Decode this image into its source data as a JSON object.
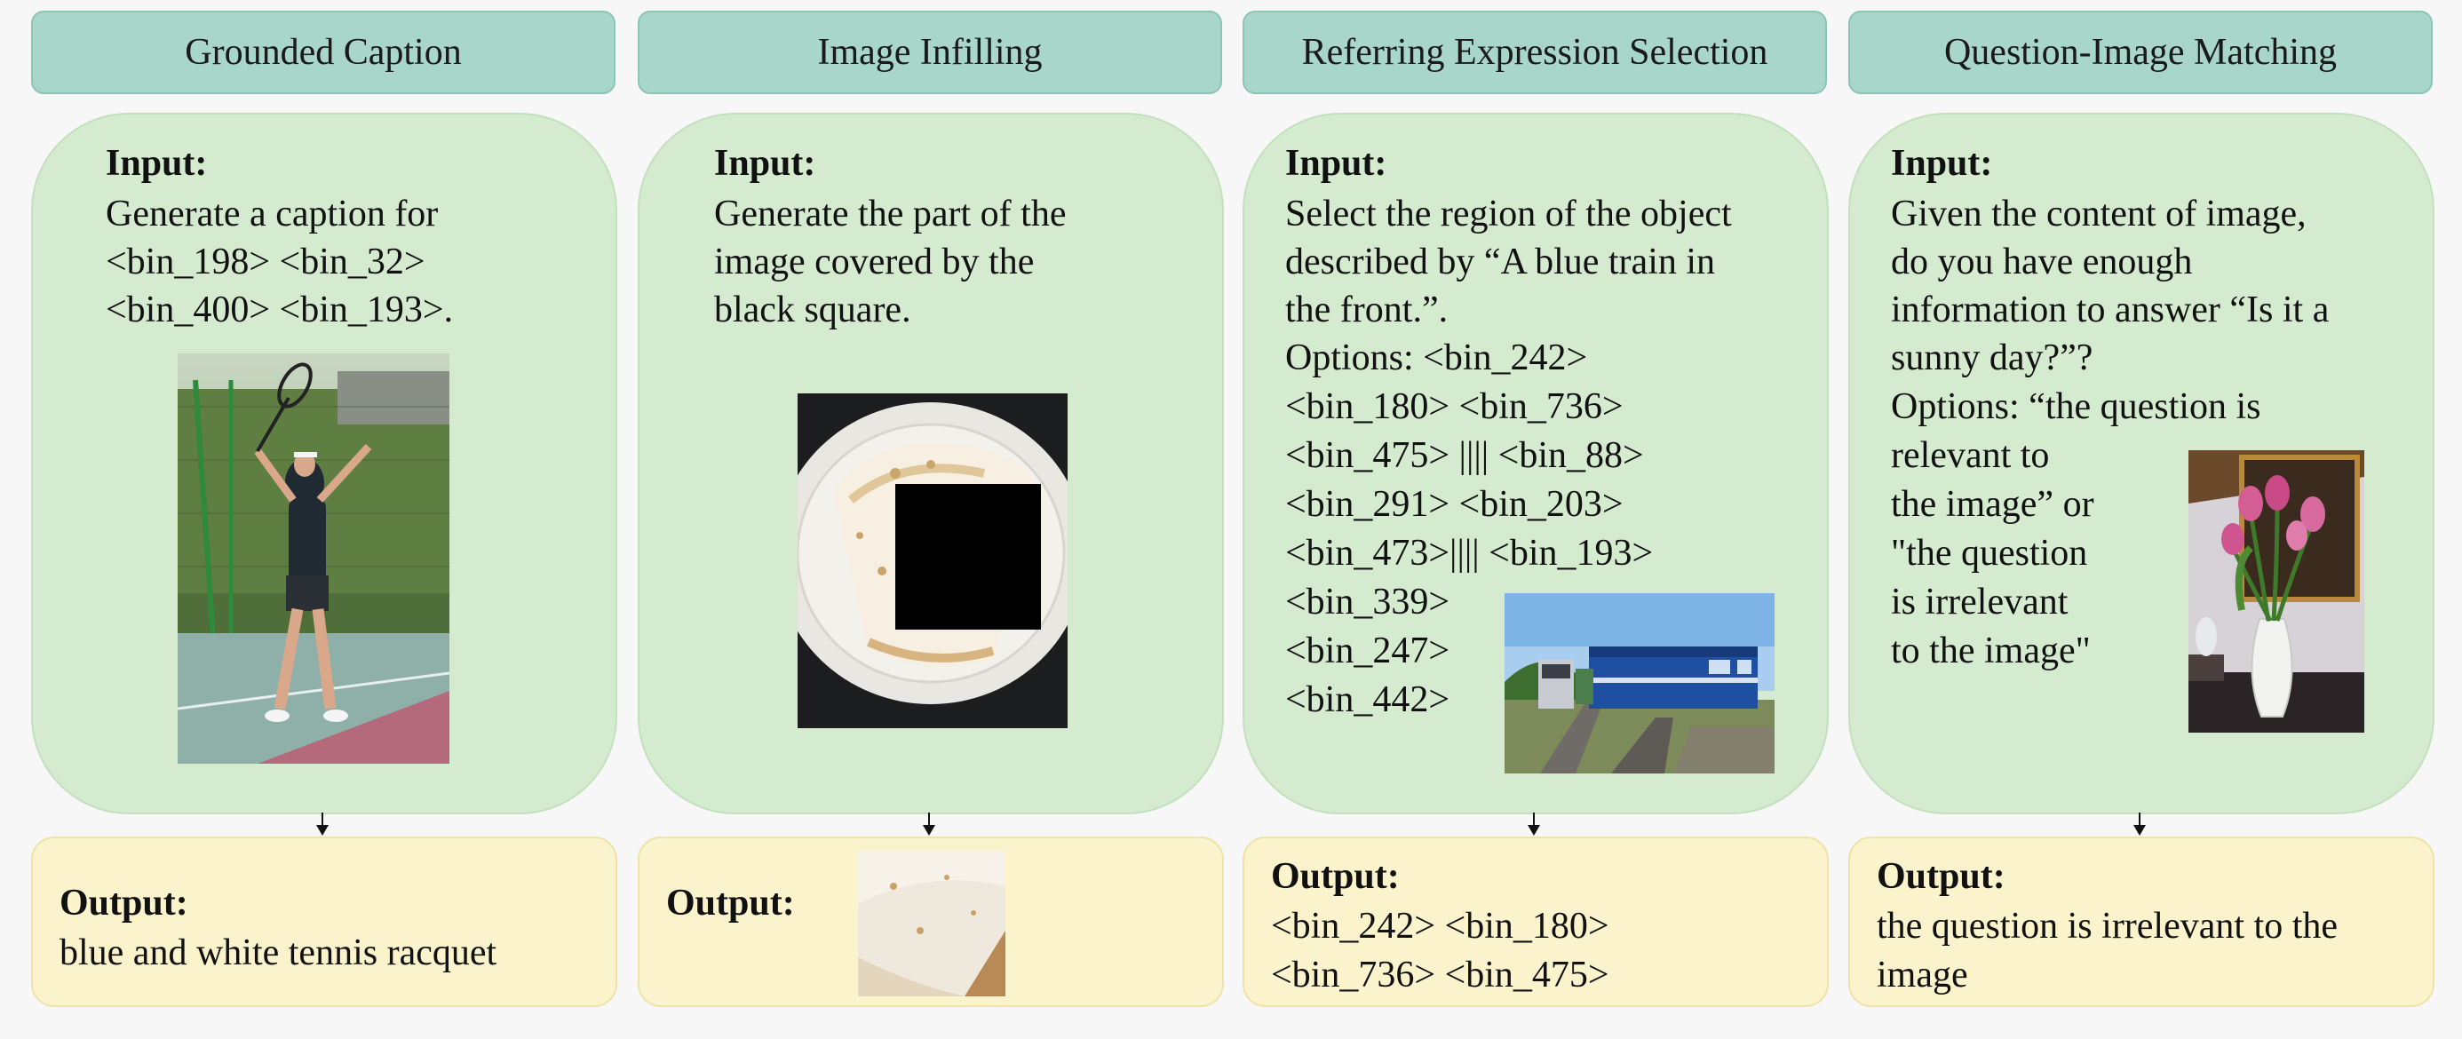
{
  "panels": [
    {
      "header": "Grounded Caption",
      "input_label": "Input:",
      "input_lines": [
        "Generate a caption for",
        "<bin_198> <bin_32>",
        "<bin_400> <bin_193>."
      ],
      "image": "tennis-player-photo",
      "output_label": "Output:",
      "output_lines": [
        "blue and white tennis racquet"
      ]
    },
    {
      "header": "Image Infilling",
      "input_label": "Input:",
      "input_lines": [
        "Generate the part of the",
        "image covered by the",
        "black square."
      ],
      "image": "pie-slice-with-black-square-photo",
      "output_label": "Output:",
      "output_image": "pie-crop-photo"
    },
    {
      "header": "Referring Expression Selection",
      "input_label": "Input:",
      "input_lines": [
        "Select the region of the object",
        "described by “A blue train in",
        "the front.”.",
        "Options: <bin_242>",
        "<bin_180> <bin_736>",
        "<bin_475> |||| <bin_88>",
        "<bin_291> <bin_203>",
        "<bin_473>|||| <bin_193>",
        "<bin_339>",
        "<bin_247>",
        "<bin_442>"
      ],
      "image": "blue-train-photo",
      "output_label": "Output:",
      "output_lines": [
        "<bin_242> <bin_180>",
        "<bin_736> <bin_475>"
      ]
    },
    {
      "header": "Question-Image Matching",
      "input_label": "Input:",
      "input_lines": [
        "Given the content of image,",
        "do you have enough",
        "information to answer “Is it a",
        "sunny day?”?",
        "Options: “the question is",
        "relevant to",
        "the image” or",
        "\"the question",
        "is irrelevant",
        "to the image\""
      ],
      "image": "tulips-vase-photo",
      "output_label": "Output:",
      "output_lines": [
        "the question is irrelevant to the",
        "image"
      ]
    }
  ]
}
